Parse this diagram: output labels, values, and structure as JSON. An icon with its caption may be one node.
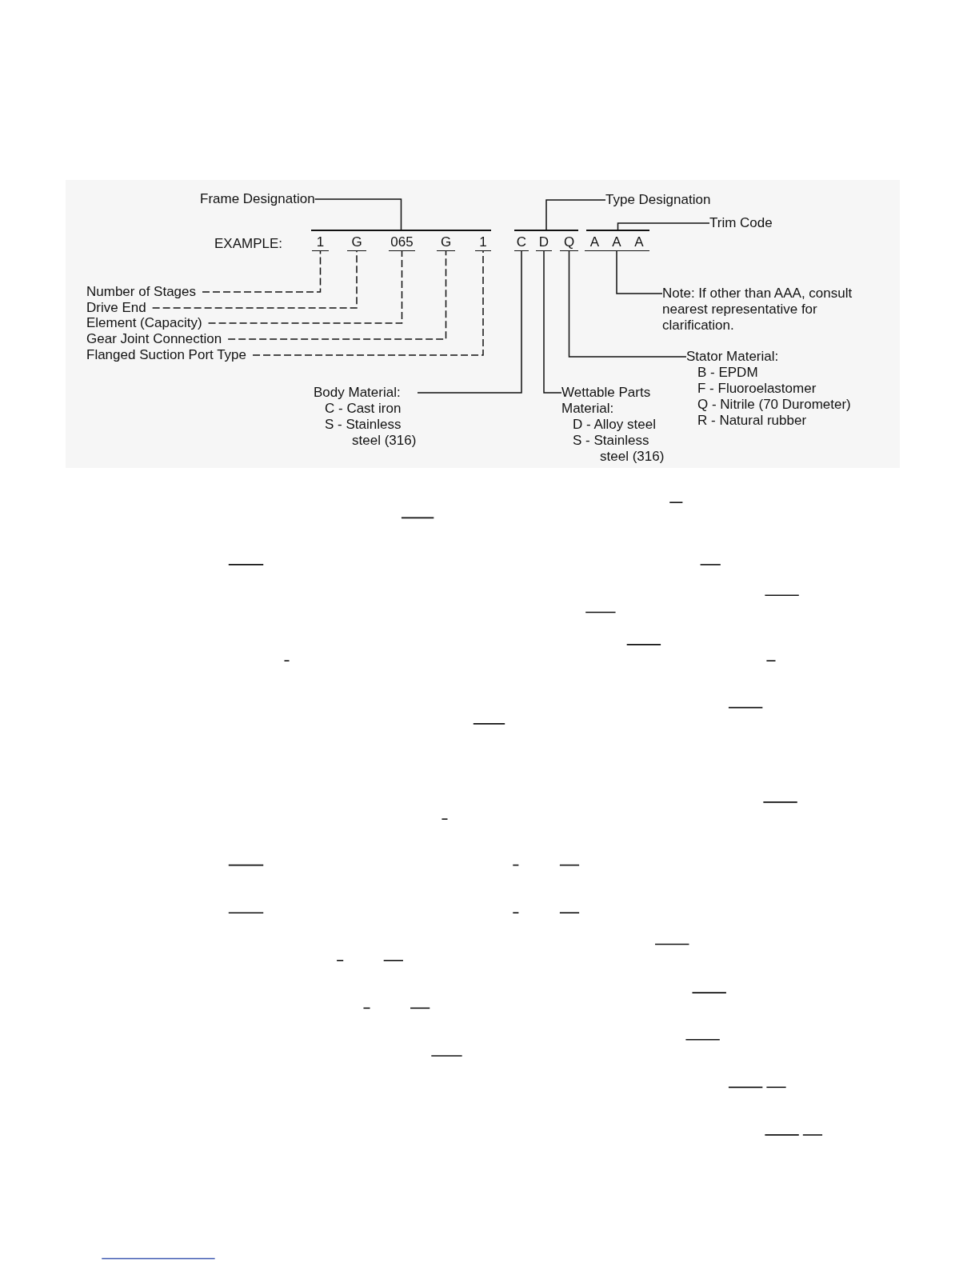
{
  "diagram": {
    "nodes": [
      {
        "text": [
          "Frame Designation"
        ]
      },
      {
        "text": [],
        "shape": "bar"
      },
      {
        "text": [
          "Type Designation"
        ]
      },
      {
        "text": [],
        "shape": "bar"
      },
      {
        "text": [
          "Trim Code"
        ]
      },
      {
        "text": [],
        "shape": "bar"
      },
      {
        "text": [
          "1"
        ]
      },
      {
        "text": [
          "G"
        ]
      },
      {
        "text": [
          "065"
        ]
      },
      {
        "text": [
          "G"
        ]
      },
      {
        "text": [
          "1"
        ]
      },
      {
        "text": [
          "C"
        ]
      },
      {
        "text": [
          "D"
        ]
      },
      {
        "text": [
          "Q"
        ]
      },
      {
        "text": [
          "A"
        ]
      },
      {
        "text": [
          "A"
        ]
      },
      {
        "text": [
          "A"
        ]
      },
      {
        "text": [
          "Number of Stages"
        ]
      },
      {
        "text": [
          "Drive End"
        ]
      },
      {
        "text": [
          "Element (Capacity)"
        ]
      },
      {
        "text": [
          "Gear Joint Connection"
        ]
      },
      {
        "text": [
          "Flanged Suction Port Type"
        ]
      },
      {
        "text": [
          "Note: If other than AAA, consult nearest representative for clarification."
        ]
      },
      {
        "text": [
          "Stator Material:",
          "B - EPDM",
          "F - Fluoroelastomer",
          "Q - Nitrile (70 Durometer)",
          "R - Natural rubber"
        ]
      },
      {
        "text": [
          "Body Material:",
          "C - Cast iron",
          "S - Stainless steel (316)"
        ]
      },
      {
        "text": [
          "Wettable Parts Material:",
          "D - Alloy steel",
          "S - Stainless steel (316)"
        ]
      }
    ],
    "edges": [
      {
        "from": 0,
        "to": 1,
        "arrow": "none"
      },
      {
        "from": 2,
        "to": 3,
        "arrow": "none"
      },
      {
        "from": 4,
        "to": 5,
        "arrow": "none"
      },
      {
        "from": 17,
        "to": 6,
        "arrow": "none",
        "style": "dashed"
      },
      {
        "from": 18,
        "to": 7,
        "arrow": "none",
        "style": "dashed"
      },
      {
        "from": 19,
        "to": 8,
        "arrow": "none",
        "style": "dashed"
      },
      {
        "from": 20,
        "to": 9,
        "arrow": "none",
        "style": "dashed"
      },
      {
        "from": 21,
        "to": 10,
        "arrow": "none",
        "style": "dashed"
      },
      {
        "from": 22,
        "to": 15,
        "arrow": "none"
      },
      {
        "from": 23,
        "to": 13,
        "arrow": "none"
      },
      {
        "from": 24,
        "to": 11,
        "arrow": "none"
      },
      {
        "from": 25,
        "to": 12,
        "arrow": "none"
      }
    ],
    "labels": [
      "EXAMPLE:"
    ]
  }
}
